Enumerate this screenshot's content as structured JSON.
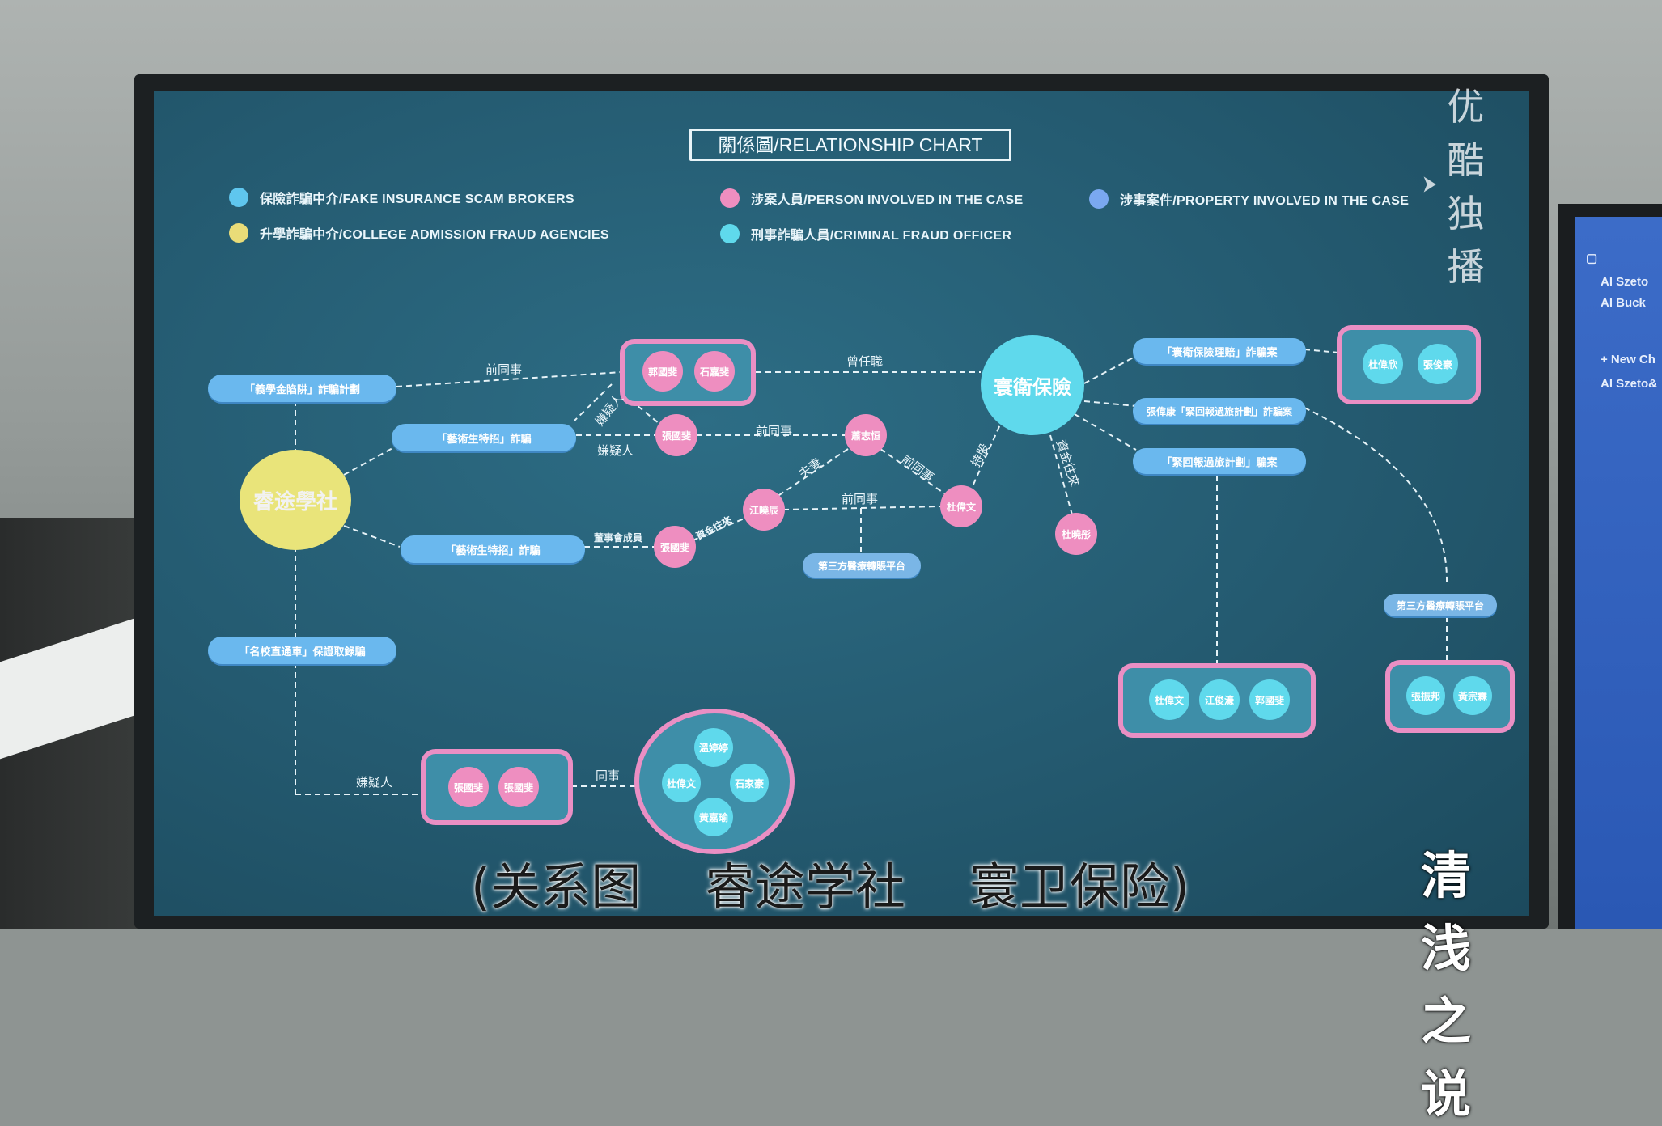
{
  "chart_title": "關係圖/RELATIONSHIP CHART",
  "legend": [
    {
      "color": "#5fc6ee",
      "text": "保險詐騙中介/FAKE INSURANCE SCAM BROKERS"
    },
    {
      "color": "#e9dc78",
      "text": "升學詐騙中介/COLLEGE ADMISSION FRAUD AGENCIES"
    },
    {
      "color": "#ee8ec0",
      "text": "涉案人員/PERSON INVOLVED IN THE CASE"
    },
    {
      "color": "#5fd9ec",
      "text": "刑事詐騙人員/CRIMINAL FRAUD OFFICER"
    },
    {
      "color": "#7aa8f0",
      "text": "涉事案件/PROPERTY INVOLVED IN THE CASE"
    }
  ],
  "hubs": {
    "ruitu": "睿途學社",
    "huanwei": "寰衛保險"
  },
  "bubbles": {
    "b1": "「義學金陷阱」詐騙計劃",
    "b2": "「藝術生特招」詐騙",
    "b3": "「藝術生特招」詐騙",
    "b4": "「名校直通車」保證取錄騙",
    "b5": "第三方醫療轉賬平台",
    "r1": "「寰衛保險理賠」詐騙案",
    "r2": "張偉康「緊回報過旅計劃」詐騙案",
    "r3": "「緊回報過旅計劃」騙案",
    "r4": "第三方醫療轉賬平台"
  },
  "persons": {
    "p_top1": "郭國斐",
    "p_top2": "石嘉斐",
    "p_mid": "張國斐",
    "p_top_mid": "蕭志恒",
    "p_jiang": "江曉辰",
    "p_zhang2": "張國斐",
    "p_du": "杜偉文",
    "p_dumy": "杜曉彤",
    "p_tr1": "杜偉欣",
    "p_tr2": "張俊豪",
    "p_br1a": "杜偉文",
    "p_br1b": "江俊濠",
    "p_br1c": "郭國斐",
    "p_br2a": "張振邦",
    "p_br2b": "黃宗霖",
    "p_bl1": "張國斐",
    "p_bl2": "張國斐",
    "p_c1": "溫婷婷",
    "p_c2": "杜偉文",
    "p_c3": "石家豪",
    "p_c4": "黃嘉瑜"
  },
  "edge_labels": {
    "e1": "前同事",
    "e2": "曾任職",
    "e3": "嫌疑人",
    "e4": "嫌疑人",
    "e5": "前同事",
    "e6": "夫妻",
    "e7": "前同事",
    "e8": "持股",
    "e9": "資金往來",
    "e10": "前同事",
    "e11": "董事會成員",
    "e12": "資金往來",
    "e13": "嫌疑人",
    "e14": "同事"
  },
  "subtitle": "(关系图    睿途学社    寰卫保险)",
  "watermark": "优酷独播",
  "corner_watermark": "清浅之说",
  "side_window": {
    "name1": "Al Szeto",
    "name2": "Al Buck",
    "new_chat": "+ New Ch",
    "name3": "Al Szeto&"
  }
}
